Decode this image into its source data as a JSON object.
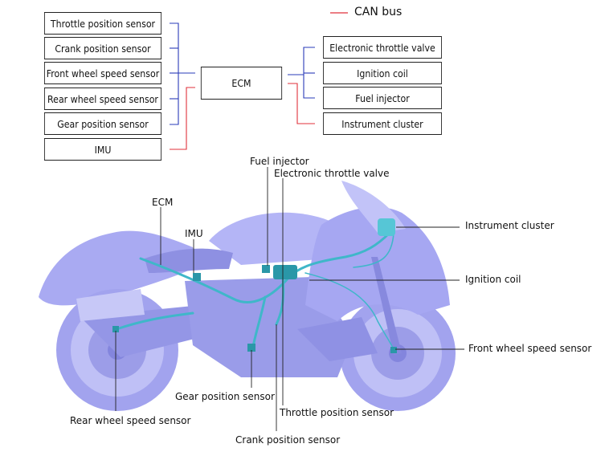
{
  "legend": {
    "can_bus_label": "CAN bus",
    "can_bus_color": "#e0323b",
    "wire_color": "#2a3bb8"
  },
  "inputs": [
    "Throttle position sensor",
    "Crank position sensor",
    "Front wheel speed sensor",
    "Rear wheel speed sensor",
    "Gear position sensor",
    "IMU"
  ],
  "ecm": "ECM",
  "outputs": [
    "Electronic throttle valve",
    "Ignition coil",
    "Fuel injector",
    "Instrument cluster"
  ],
  "callouts": {
    "fuel_injector": "Fuel injector",
    "electronic_throttle_valve": "Electronic throttle valve",
    "ecm": "ECM",
    "imu": "IMU",
    "instrument_cluster": "Instrument cluster",
    "ignition_coil": "Ignition coil",
    "front_wheel_speed_sensor": "Front wheel speed sensor",
    "gear_position_sensor": "Gear position sensor",
    "rear_wheel_speed_sensor": "Rear wheel speed sensor",
    "throttle_position_sensor": "Throttle position sensor",
    "crank_position_sensor": "Crank position sensor"
  },
  "colors": {
    "bike_body": "#a9aaf2",
    "bike_dark": "#8d8fe6",
    "harness": "#3fb7c9"
  }
}
